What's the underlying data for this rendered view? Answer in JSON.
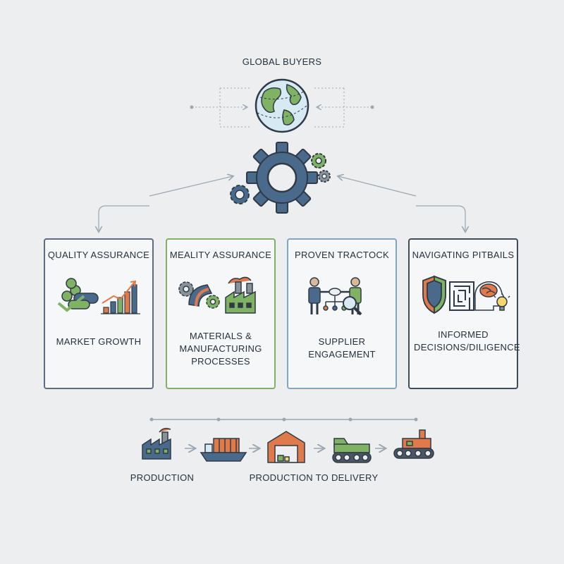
{
  "header": {
    "title": "GLOBAL BUYERS"
  },
  "cards": [
    {
      "title": "QUALITY ASSURANCE",
      "body_lines": [
        "MARKET GROWTH"
      ]
    },
    {
      "title": "MEALITY ASSURANCE",
      "body_lines": [
        "MATERIALS &",
        "MANUFACTURING",
        "PROCESSES"
      ]
    },
    {
      "title": "PROVEN TRACTOCK",
      "body_lines": [
        "SUPPLIER",
        "ENGAGEMENT"
      ]
    },
    {
      "title": "NAVIGATING PITBAILS",
      "body_lines": [
        "INFORMED",
        "DECISIONS/DILIGENCE"
      ]
    }
  ],
  "pipeline": {
    "label_left": "PRODUCTION",
    "label_right": "PRODUCTION TO DELIVERY"
  },
  "colors": {
    "accent_green": "#7fb262",
    "accent_orange": "#e07a4a",
    "accent_blue": "#4a6a8c",
    "dark": "#2f3a46"
  },
  "icons": [
    "globe-icon",
    "gear-cluster-icon",
    "pipes-icon",
    "growth-chart-icon",
    "industrial-gears-icon",
    "factory-icon",
    "handshake-icon",
    "magnifier-icon",
    "shield-icon",
    "maze-icon",
    "brain-icon",
    "lightbulb-icon",
    "ship-icon",
    "warehouse-icon",
    "tracked-vehicle-icon"
  ]
}
